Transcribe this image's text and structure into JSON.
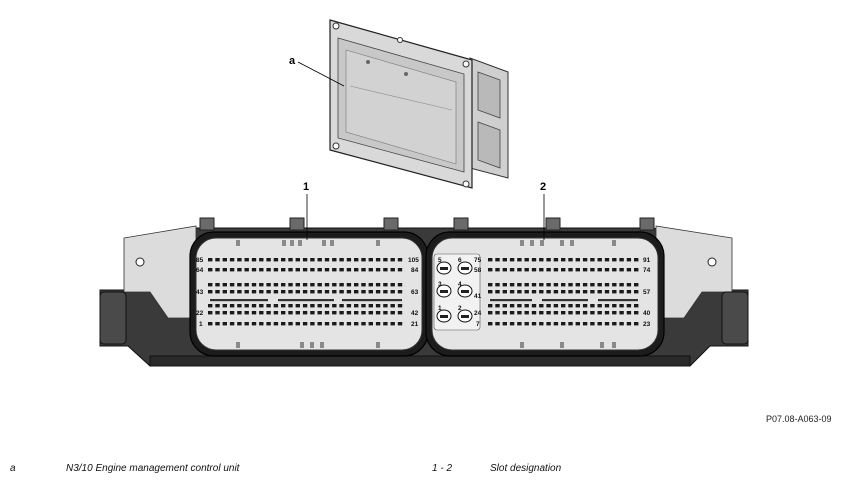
{
  "callouts": {
    "a": "a",
    "slot1": "1",
    "slot2": "2"
  },
  "connector1_pins": {
    "left": [
      "85",
      "64",
      "43",
      "22",
      "1"
    ],
    "right": [
      "105",
      "84",
      "63",
      "42",
      "21"
    ]
  },
  "connector2_pins": {
    "small_left": [
      "5",
      "3",
      "1"
    ],
    "small_mid": [
      "6",
      "4",
      "2"
    ],
    "small_right": [
      "75",
      "58",
      "41",
      "24",
      "7"
    ],
    "right": [
      "91",
      "74",
      "57",
      "40",
      "23"
    ]
  },
  "reference_code": "P07.08-A063-09",
  "legend": [
    {
      "key": "a",
      "text": "N3/10 Engine management control unit"
    },
    {
      "key": "1 - 2",
      "text": "Slot designation"
    }
  ]
}
